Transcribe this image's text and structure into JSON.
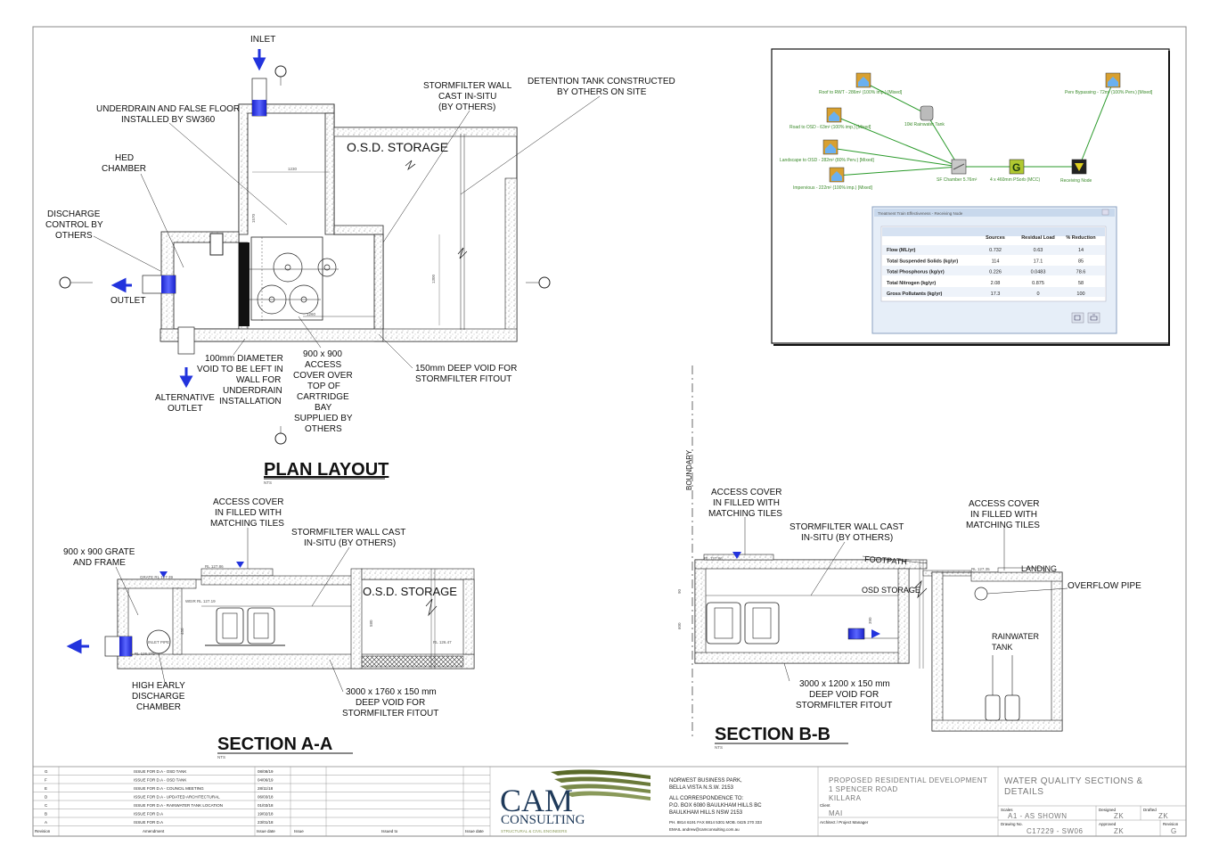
{
  "plan": {
    "title": "PLAN LAYOUT",
    "scale": "NTS",
    "labels": {
      "inlet": "INLET",
      "underdrain1": "UNDERDRAIN AND FALSE FLOOR",
      "underdrain2": "INSTALLED BY SW360",
      "hed1": "HED",
      "hed2": "CHAMBER",
      "discharge1": "DISCHARGE",
      "discharge2": "CONTROL BY",
      "discharge3": "OTHERS",
      "outlet": "OUTLET",
      "alt1": "ALTERNATIVE",
      "alt2": "OUTLET",
      "void1": "100mm DIAMETER",
      "void2": "VOID TO BE LEFT IN",
      "void3": "WALL FOR",
      "void4": "UNDERDRAIN",
      "void5": "INSTALLATION",
      "access1": "900 x 900",
      "access2": "ACCESS",
      "access3": "COVER OVER",
      "access4": "TOP OF",
      "access5": "CARTRIDGE",
      "access6": "BAY",
      "access7": "SUPPLIED BY",
      "access8": "OTHERS",
      "osd": "O.S.D. STORAGE",
      "wall1": "STORMFILTER WALL",
      "wall2": "CAST IN-SITU",
      "wall3": "(BY OTHERS)",
      "tank1": "DETENTION TANK CONSTRUCTED",
      "tank2": "BY OTHERS ON SITE",
      "deepvoid1": "150mm DEEP VOID FOR",
      "deepvoid2": "STORMFILTER FITOUT",
      "dim1": "1230",
      "dim2": "1300",
      "dim3": "1260",
      "dim4": "1570"
    }
  },
  "sectionA": {
    "title": "SECTION A-A",
    "scale": "NTS",
    "labels": {
      "access1": "ACCESS COVER",
      "access2": "IN FILLED WITH",
      "access3": "MATCHING TILES",
      "grate1": "900 x 900 GRATE",
      "grate2": "AND FRAME",
      "wall1": "STORMFILTER WALL CAST",
      "wall2": "IN-SITU (BY OTHERS)",
      "osd": "O.S.D. STORAGE",
      "hed1": "HIGH EARLY",
      "hed2": "DISCHARGE",
      "hed3": "CHAMBER",
      "void1": "3000 x 1760 x 150 mm",
      "void2": "DEEP VOID FOR",
      "void3": "STORMFILTER FITOUT",
      "grate_rl": "GRATE RL 127.39",
      "rl1": "RL 127.86",
      "weir": "WEIR RL 127.19",
      "inlet_pipe": "INLET PIPE",
      "il": "IL RL 126.375",
      "rl2": "RL 126.47",
      "d580": "580",
      "d450": "450"
    }
  },
  "sectionB": {
    "title": "SECTION B-B",
    "scale": "NTS",
    "labels": {
      "boundary": "BOUNDARY",
      "access1": "ACCESS COVER",
      "access2": "IN FILLED WITH",
      "access3": "MATCHING TILES",
      "wall1": "STORMFILTER WALL CAST",
      "wall2": "IN-SITU (BY OTHERS)",
      "footpath": "FOOTPATH",
      "landing": "LANDING",
      "access4": "ACCESS COVER",
      "access5": "IN FILLED WITH",
      "access6": "MATCHING TILES",
      "overflow": "OVERFLOW PIPE",
      "osd": "OSD STORAGE",
      "rainwater1": "RAINWATER",
      "rainwater2": "TANK",
      "void1": "3000 x 1200 x 150 mm",
      "void2": "DEEP VOID FOR",
      "void3": "STORMFILTER FITOUT",
      "rl1": "RL 127.86",
      "rl2": "RL 127.35",
      "d90": "90",
      "d600": "600",
      "d390": "390"
    }
  },
  "music": {
    "nodes": {
      "roof": "Roof to RWT - 286m² (100% imp.) [Mixed]",
      "road": "Road to OSD - 63m² (100% imp.) [Mixed]",
      "landscape": "Landscape to OSD - 282m² (80% Perv.) [Mixed]",
      "impervious": "Impervious - 222m² (100% imp.) [Mixed]",
      "rwt": "10kl Rainwater Tank",
      "chamber": "SF Chamber 5.76m²",
      "psorb": "4 x 460mm PSorb (MCC)",
      "receiving": "Receiving Node",
      "perv": "Perv Bypassing - 72m² (100% Perv.) [Mixed]"
    },
    "window_tabs": "Treatment Train Effectiveness - Receiving Node",
    "table": {
      "headers": [
        "",
        "Sources",
        "Residual Load",
        "% Reduction"
      ],
      "rows": [
        [
          "Flow (ML/yr)",
          "0.732",
          "0.63",
          "14"
        ],
        [
          "Total Suspended Solids (kg/yr)",
          "114",
          "17.1",
          "85"
        ],
        [
          "Total Phosphorus (kg/yr)",
          "0.226",
          "0.0483",
          "78.6"
        ],
        [
          "Total Nitrogen (kg/yr)",
          "2.08",
          "0.875",
          "58"
        ],
        [
          "Gross Pollutants (kg/yr)",
          "17.3",
          "0",
          "100"
        ]
      ]
    }
  },
  "revisions": {
    "rows": [
      [
        "G",
        "ISSUE FOR D.A - OSD TANK",
        "08/08/19"
      ],
      [
        "F",
        "ISSUE FOR D.A - OSD TANK",
        "04/06/19"
      ],
      [
        "E",
        "ISSUE FOR D.A - COUNCIL MEETING",
        "28/11/18"
      ],
      [
        "D",
        "ISSUE FOR D.A - UPDATED ARCHITECTURAL",
        "06/03/18"
      ],
      [
        "C",
        "ISSUE FOR D.A - RAINWATER TANK LOCATION",
        "01/03/18"
      ],
      [
        "B",
        "ISSUE FOR D.A",
        "19/02/18"
      ],
      [
        "A",
        "ISSUE FOR D.A",
        "23/01/18"
      ]
    ],
    "headers": [
      "Revision",
      "Amendment",
      "Issue date",
      "Issue",
      "Issued to",
      "Issue date"
    ]
  },
  "company": {
    "logo_main": "CAM",
    "logo_sub": "CONSULTING",
    "logo_tag": "STRUCTURAL & CIVIL ENGINEERS",
    "addr1": "NORWEST BUSINESS PARK,",
    "addr2": "BELLA VISTA N.S.W. 2153",
    "addr3": "ALL CORRESPONDENCE TO:",
    "addr4": "P.O. BOX 6080 BAULKHAM HILLS BC",
    "addr5": "BAULKHAM HILLS NSW 2153",
    "phone": "PH. 8814 6191  FAX 8814 5301  MOB. 0425 270 333",
    "email": "EMAIL andrew@camconsulting.com.au"
  },
  "project": {
    "line1": "PROPOSED RESIDENTIAL DEVELOPMENT",
    "line2": "1 SPENCER ROAD",
    "line3": "KILLARA",
    "client_label": "Client",
    "client": "MAI",
    "arch_label": "Architect / Project Manager"
  },
  "drawing": {
    "title1": "WATER QUALITY SECTIONS &",
    "title2": "DETAILS",
    "scales_label": "Scales",
    "scales": "A1 - AS SHOWN",
    "designed_label": "Designed",
    "designed": "ZK",
    "drafted_label": "Drafted",
    "drafted": "ZK",
    "drawing_no_label": "Drawing No.",
    "drawing_no": "C17229 - SW06",
    "approved_label": "Approved",
    "approved": "ZK",
    "revision_label": "Revision",
    "revision": "G"
  },
  "colors": {
    "pipe_blue": "#2233dd",
    "node_green": "#2f8f1f",
    "line_green": "#2a9a2a",
    "logo_green": "#5a6a2a",
    "logo_text": "#1f3a5a"
  }
}
